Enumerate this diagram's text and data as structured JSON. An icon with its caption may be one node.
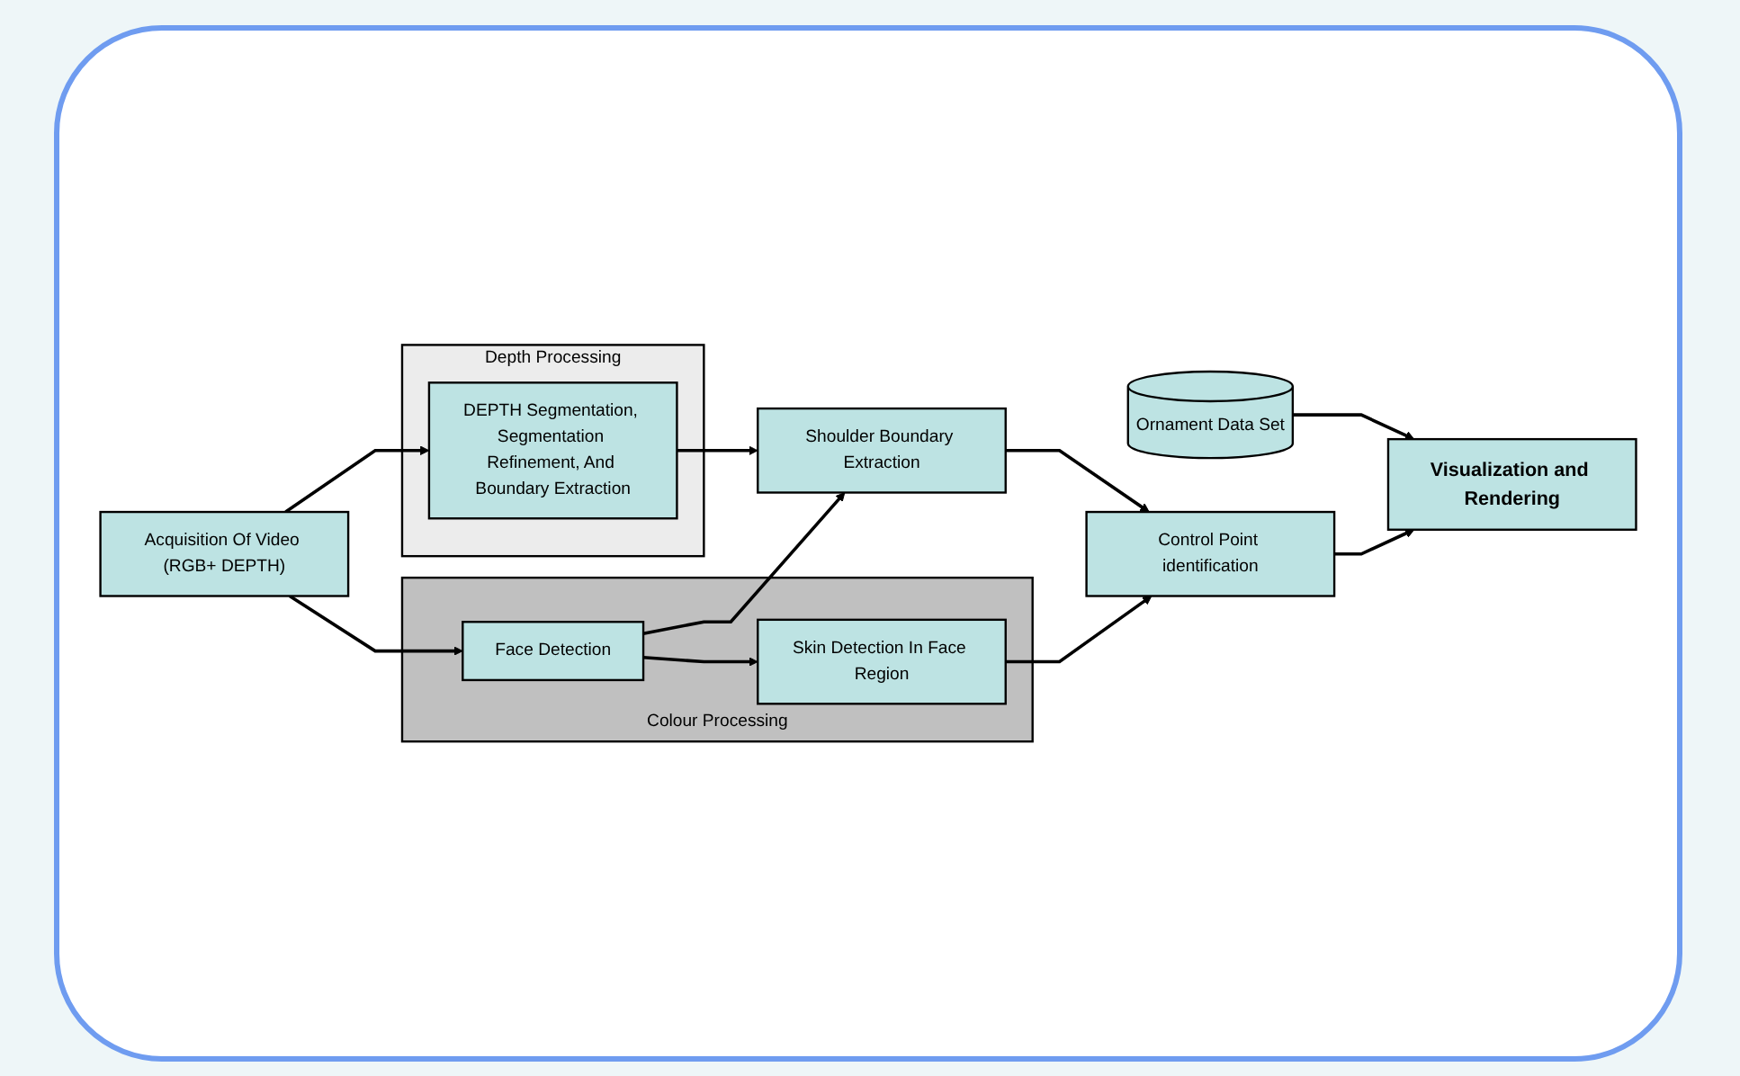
{
  "diagram": {
    "nodes": [
      {
        "text": [
          "Acquisition Of Video (RGB+ DEPTH)"
        ]
      },
      {
        "text": [
          "Depth Processing"
        ]
      },
      {
        "text": [
          "DEPTH Segmentation, Segmentation Refinement, And Boundary Extraction"
        ],
        "in": 1
      },
      {
        "text": [
          "Shoulder Boundary Extraction"
        ]
      },
      {
        "text": [
          "Ornament Data Set"
        ]
      },
      {
        "text": [
          "Colour Processing"
        ]
      },
      {
        "text": [
          "Face Detection"
        ],
        "in": 5
      },
      {
        "text": [
          "Skin Detection In Face Region"
        ],
        "in": 5
      },
      {
        "text": [
          "Control Point identification"
        ]
      },
      {
        "text": [
          "Visualization and Rendering"
        ]
      }
    ],
    "edges": [
      {
        "from": 0,
        "to": 2,
        "arrow": "to"
      },
      {
        "from": 2,
        "to": 3,
        "arrow": "to"
      },
      {
        "from": 6,
        "to": 3,
        "arrow": "to"
      },
      {
        "from": 3,
        "to": 8,
        "arrow": "to"
      },
      {
        "from": 4,
        "to": 9,
        "arrow": "to"
      },
      {
        "from": 0,
        "to": 6,
        "arrow": "to"
      },
      {
        "from": 6,
        "to": 7,
        "arrow": "to"
      },
      {
        "from": 7,
        "to": 8,
        "arrow": "to"
      },
      {
        "from": 8,
        "to": 9,
        "arrow": "to"
      }
    ]
  }
}
